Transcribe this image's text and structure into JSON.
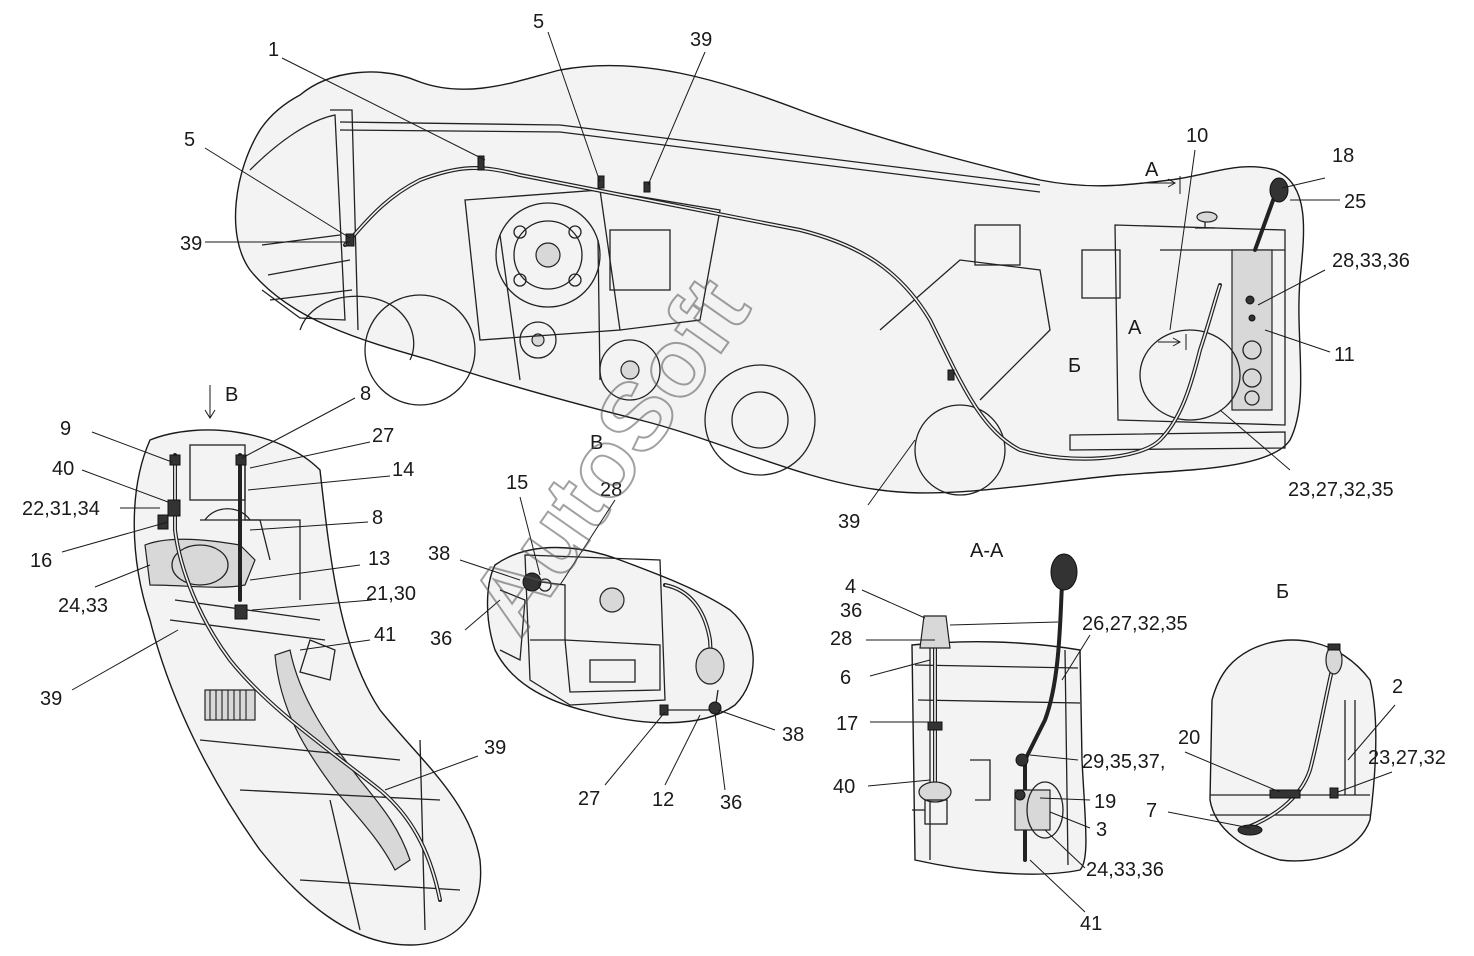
{
  "watermark": "AutoSoft",
  "views": {
    "top": {
      "section_a_top": "А",
      "section_a_side": "А",
      "detail_b": "Б"
    },
    "view_v_arrow": "В",
    "view_v": "В",
    "section_aa": "А-А",
    "detail_b": "Б"
  },
  "labels": {
    "top": [
      "1",
      "5",
      "39",
      "5",
      "39",
      "10",
      "18",
      "25",
      "28,33,36",
      "11",
      "23,27,32,35",
      "39"
    ],
    "left": [
      "8",
      "9",
      "27",
      "40",
      "14",
      "22,31,34",
      "8",
      "16",
      "13",
      "24,33",
      "21,30",
      "41",
      "39",
      "39"
    ],
    "middle": [
      "15",
      "28",
      "38",
      "36",
      "38",
      "27",
      "12",
      "36"
    ],
    "section": [
      "4",
      "36",
      "28",
      "26,27,32,35",
      "6",
      "17",
      "29,35,37,",
      "40",
      "19",
      "3",
      "24,33,36",
      "41"
    ],
    "detail": [
      "2",
      "20",
      "23,27,32",
      "7"
    ]
  }
}
